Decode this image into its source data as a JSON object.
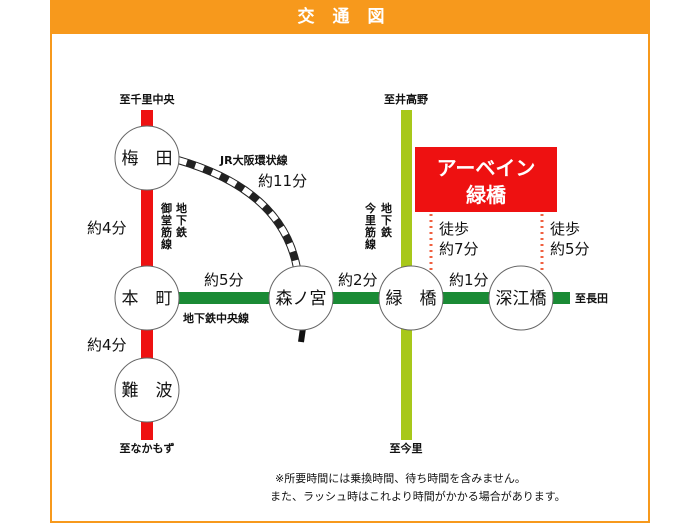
{
  "title": "交通図",
  "stations": {
    "umeda": "梅　田",
    "honmachi": "本　町",
    "namba": "難　波",
    "morinomiya": "森ノ宮",
    "midoribashi": "緑　橋",
    "fukaebashi": "深江橋"
  },
  "destinations": {
    "senri": "至千里中央",
    "nakamozu": "至なかもず",
    "idaka": "至井高野",
    "imazato": "至今里",
    "nagata": "至長田"
  },
  "lines": {
    "midosuji": [
      "御",
      "堂",
      "筋",
      "線"
    ],
    "midosuji_prefix": [
      "地",
      "下",
      "鉄"
    ],
    "imazatosuji": [
      "今",
      "里",
      "筋",
      "線"
    ],
    "imazatosuji_prefix": [
      "地",
      "下",
      "鉄"
    ],
    "chuo": "地下鉄中央線",
    "jr": "JR大阪環状線"
  },
  "times": {
    "umeda_honmachi": "約4分",
    "honmachi_namba": "約4分",
    "umeda_morinomiya": "約11分",
    "honmachi_morinomiya": "約5分",
    "morinomiya_midoribashi": "約2分",
    "midoribashi_fukaebashi": "約1分"
  },
  "property": {
    "name_line1": "アーベイン",
    "name_line2": "緑橋"
  },
  "walk": {
    "left_line1": "徒歩",
    "left_line2": "約7分",
    "right_line1": "徒歩",
    "right_line2": "約5分"
  },
  "notes": [
    "※所要時間には乗換時間、待ち時間を含みません。",
    "また、ラッシュ時はこれより時間がかかる場合があります。"
  ],
  "colors": {
    "midosuji": "#ee1111",
    "chuo": "#1a8a35",
    "imazatosuji": "#a8c81a",
    "header": "#f7991c",
    "property": "#ee1111"
  }
}
